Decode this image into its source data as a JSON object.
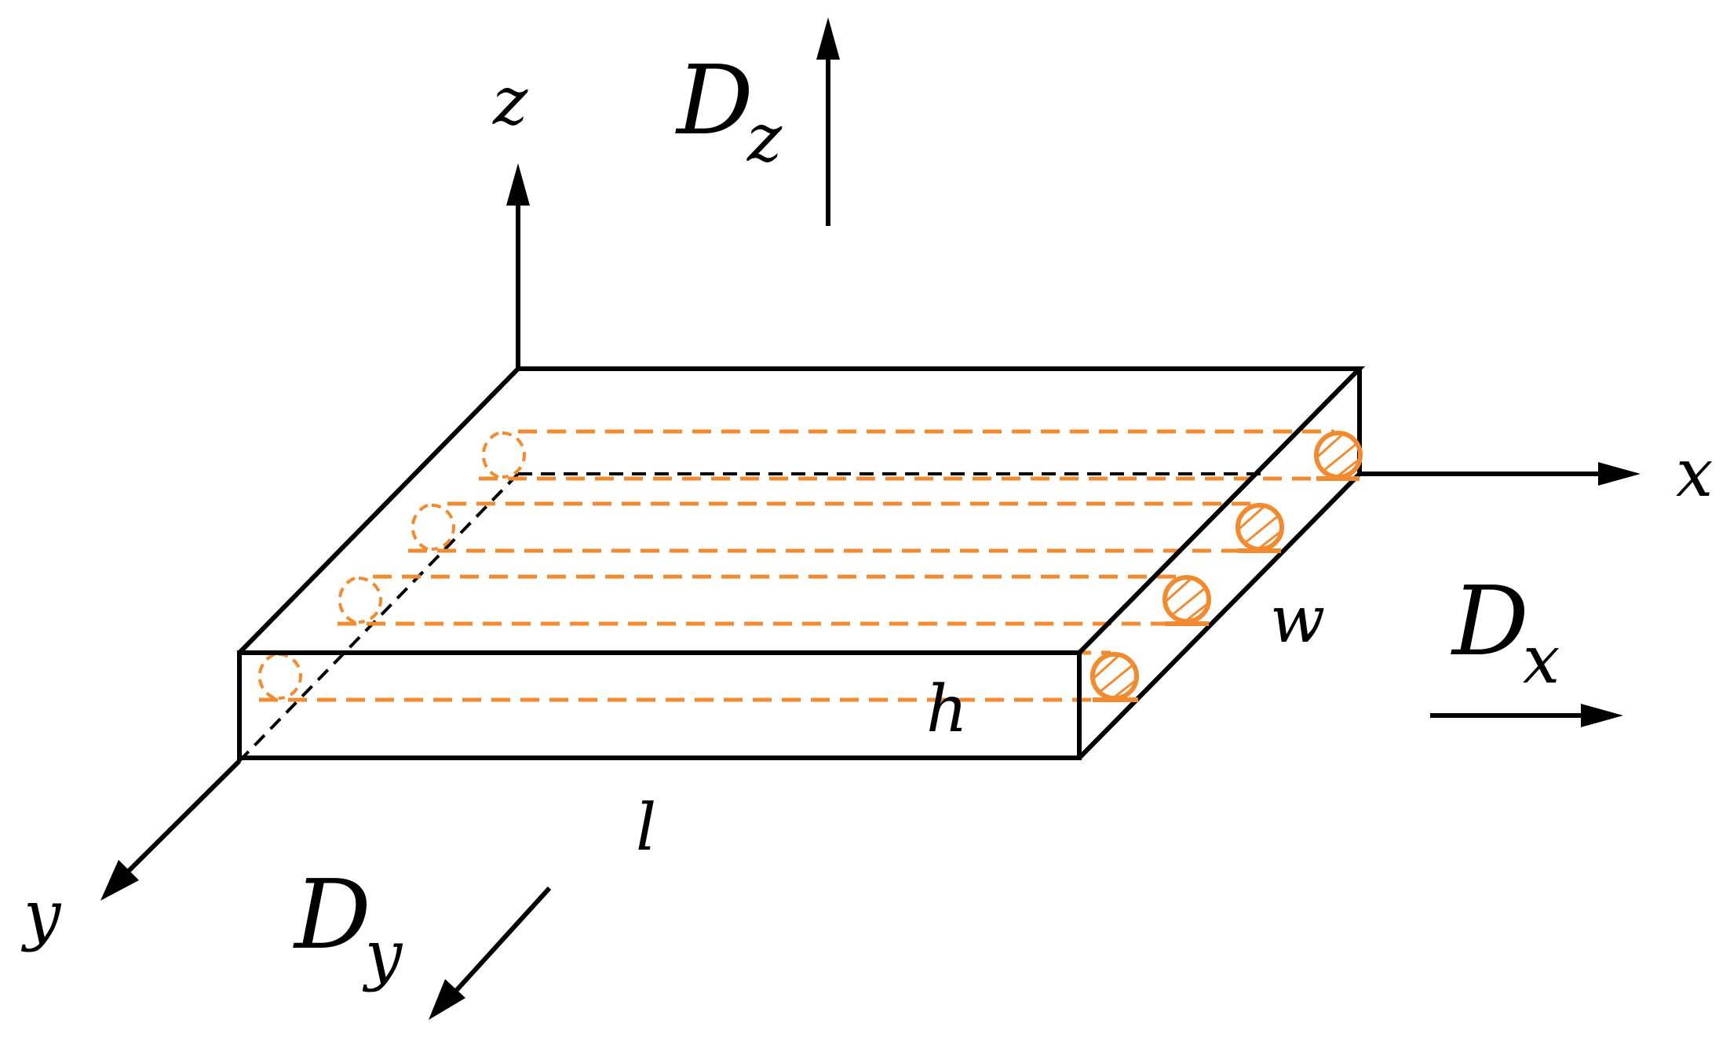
{
  "labels": {
    "axis_z": "z",
    "axis_x": "x",
    "axis_y": "y",
    "flux_z": {
      "main": "D",
      "sub": "z"
    },
    "flux_x": {
      "main": "D",
      "sub": "x"
    },
    "flux_y": {
      "main": "D",
      "sub": "y"
    },
    "dim_length": "l",
    "dim_width": "w",
    "dim_height": "h"
  },
  "fibers": {
    "count": 4
  },
  "colors": {
    "outline": "#000000",
    "fiber": "#F28A30",
    "background": "#ffffff"
  }
}
